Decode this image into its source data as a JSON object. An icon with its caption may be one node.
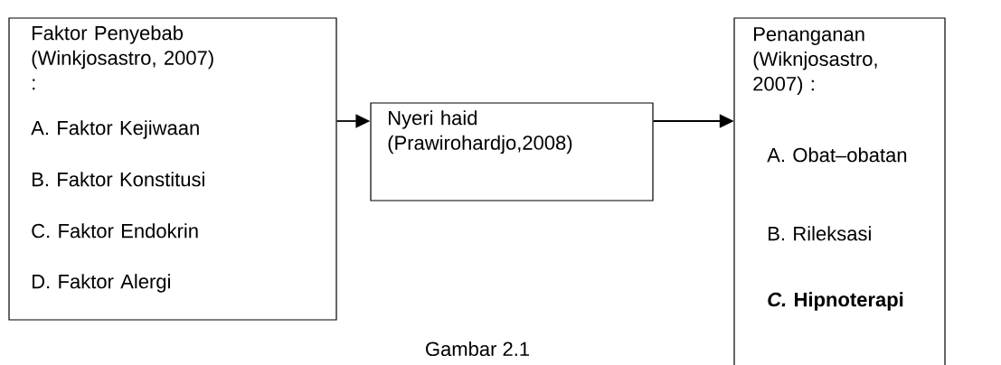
{
  "diagram": {
    "caption": "Gambar 2.1",
    "nodes": [
      {
        "text": [
          "Faktor Penyebab (Winkjosastro, 2007) :",
          "A. Faktor Kejiwaan",
          "B. Faktor Konstitusi",
          "C. Faktor Endokrin",
          "D. Faktor Alergi"
        ]
      },
      {
        "text": [
          "Nyeri haid (Prawirohardjo,2008)"
        ]
      },
      {
        "text": [
          "Penanganan (Wiknjosastro, 2007) :",
          "A. Obat–obatan",
          "B. Rileksasi",
          "*C.* Hipnoterapi"
        ]
      }
    ],
    "edges": [
      {
        "from": 0,
        "to": 1,
        "arrow": "to"
      },
      {
        "from": 1,
        "to": 2,
        "arrow": "to"
      }
    ]
  }
}
